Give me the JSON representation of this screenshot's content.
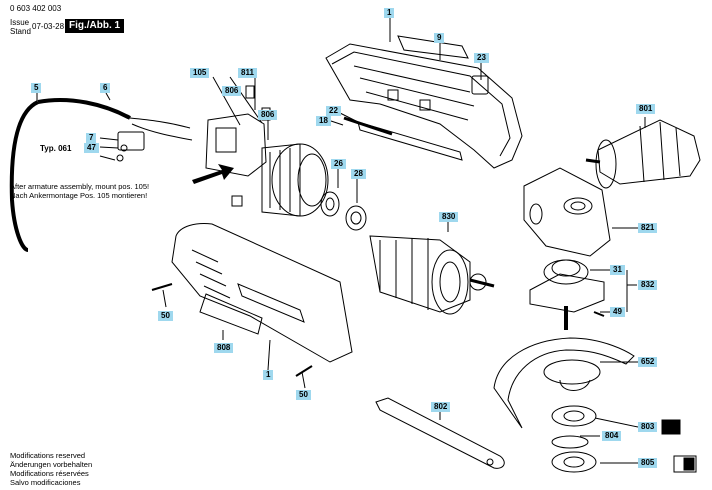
{
  "header": {
    "doc_number": "0 603 402 003",
    "issue_label": "Issue",
    "stand_label": "Stand",
    "issue_date": "07-03-28",
    "figure_label": "Fig./Abb. 1"
  },
  "type_label": "Typ. 061",
  "notes": {
    "en": "After armature assembly, mount pos. 105!",
    "de": "Nach Ankermontage Pos. 105 montieren!"
  },
  "labels": {
    "p1_top": "1",
    "p9": "9",
    "p23": "23",
    "p105": "105",
    "p811": "811",
    "p806a": "806",
    "p806b": "806",
    "p5": "5",
    "p6": "6",
    "p7": "7",
    "p47": "47",
    "p22": "22",
    "p18": "18",
    "p26": "26",
    "p28": "28",
    "p801": "801",
    "p830": "830",
    "p821": "821",
    "p31": "31",
    "p832": "832",
    "p49": "49",
    "p50a": "50",
    "p808": "808",
    "p1_bottom": "1",
    "p50b": "50",
    "p652": "652",
    "p802": "802",
    "p803": "803",
    "p804": "804",
    "p805": "805"
  },
  "footer": [
    "Modifications reserved",
    "Änderungen vorbehalten",
    "Modifications réservées",
    "Salvo modificaciones"
  ]
}
